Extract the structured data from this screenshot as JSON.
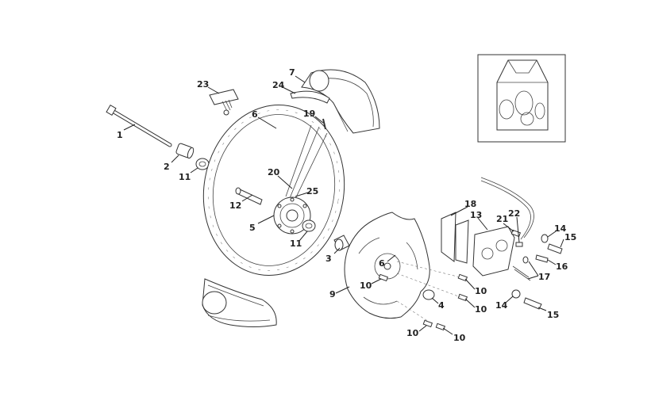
{
  "diagram": {
    "callouts": [
      {
        "id": "c1",
        "text": "1"
      },
      {
        "id": "c2",
        "text": "2"
      },
      {
        "id": "c11a",
        "text": "11"
      },
      {
        "id": "c12",
        "text": "12"
      },
      {
        "id": "c5",
        "text": "5"
      },
      {
        "id": "c11b",
        "text": "11"
      },
      {
        "id": "c6",
        "text": "6"
      },
      {
        "id": "c23",
        "text": "23"
      },
      {
        "id": "c7",
        "text": "7"
      },
      {
        "id": "c24",
        "text": "24"
      },
      {
        "id": "c19",
        "text": "19"
      },
      {
        "id": "c20",
        "text": "20"
      },
      {
        "id": "c25",
        "text": "25"
      },
      {
        "id": "c3",
        "text": "3"
      },
      {
        "id": "c6b",
        "text": "6"
      },
      {
        "id": "c10a",
        "text": "10"
      },
      {
        "id": "c9",
        "text": "9"
      },
      {
        "id": "c18",
        "text": "18"
      },
      {
        "id": "c13",
        "text": "13"
      },
      {
        "id": "c21",
        "text": "21"
      },
      {
        "id": "c22",
        "text": "22"
      },
      {
        "id": "c14a",
        "text": "14"
      },
      {
        "id": "c15a",
        "text": "15"
      },
      {
        "id": "c16",
        "text": "16"
      },
      {
        "id": "c17",
        "text": "17"
      },
      {
        "id": "c10b",
        "text": "10"
      },
      {
        "id": "c10c",
        "text": "10"
      },
      {
        "id": "c4",
        "text": "4"
      },
      {
        "id": "c14b",
        "text": "14"
      },
      {
        "id": "c15b",
        "text": "15"
      },
      {
        "id": "c10d",
        "text": "10"
      },
      {
        "id": "c10e",
        "text": "10"
      }
    ]
  }
}
